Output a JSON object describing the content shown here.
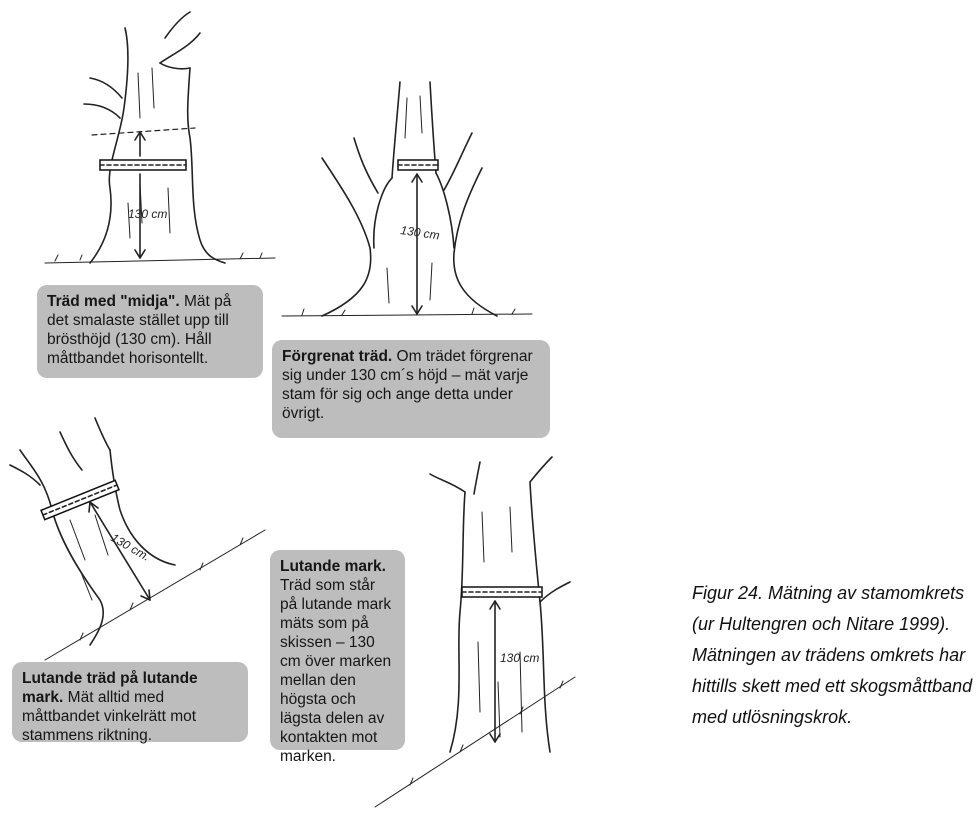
{
  "diagram": {
    "panels": [
      {
        "measure_label": "130 cm",
        "title": "Träd med \"midja\".",
        "text": " Mät på det smalaste stället upp till brösthöjd (130 cm). Håll måttbandet horisontellt."
      },
      {
        "measure_label": "130 cm",
        "title": "Förgrenat träd.",
        "text": " Om trädet förgrenar sig under 130 cm´s höjd – mät varje stam för sig och ange detta under övrigt."
      },
      {
        "measure_label": "130 cm.",
        "title": "Lutande träd på lutande mark.",
        "text": " Mät alltid med måttbandet vinkelrätt mot stammens riktning."
      },
      {
        "measure_label": "130 cm",
        "title": "Lutande mark.",
        "text": "Träd som står på lutande mark mäts som på skissen – 130 cm över marken mellan den högsta och lägsta delen av kontakten mot marken."
      }
    ],
    "caption": "Figur 24. Mätning av stamomkrets (ur Hultengren och Nitare 1999). Mätningen av trädens omkrets har hittills skett med ett skogsmåttband med utlösningskrok."
  }
}
